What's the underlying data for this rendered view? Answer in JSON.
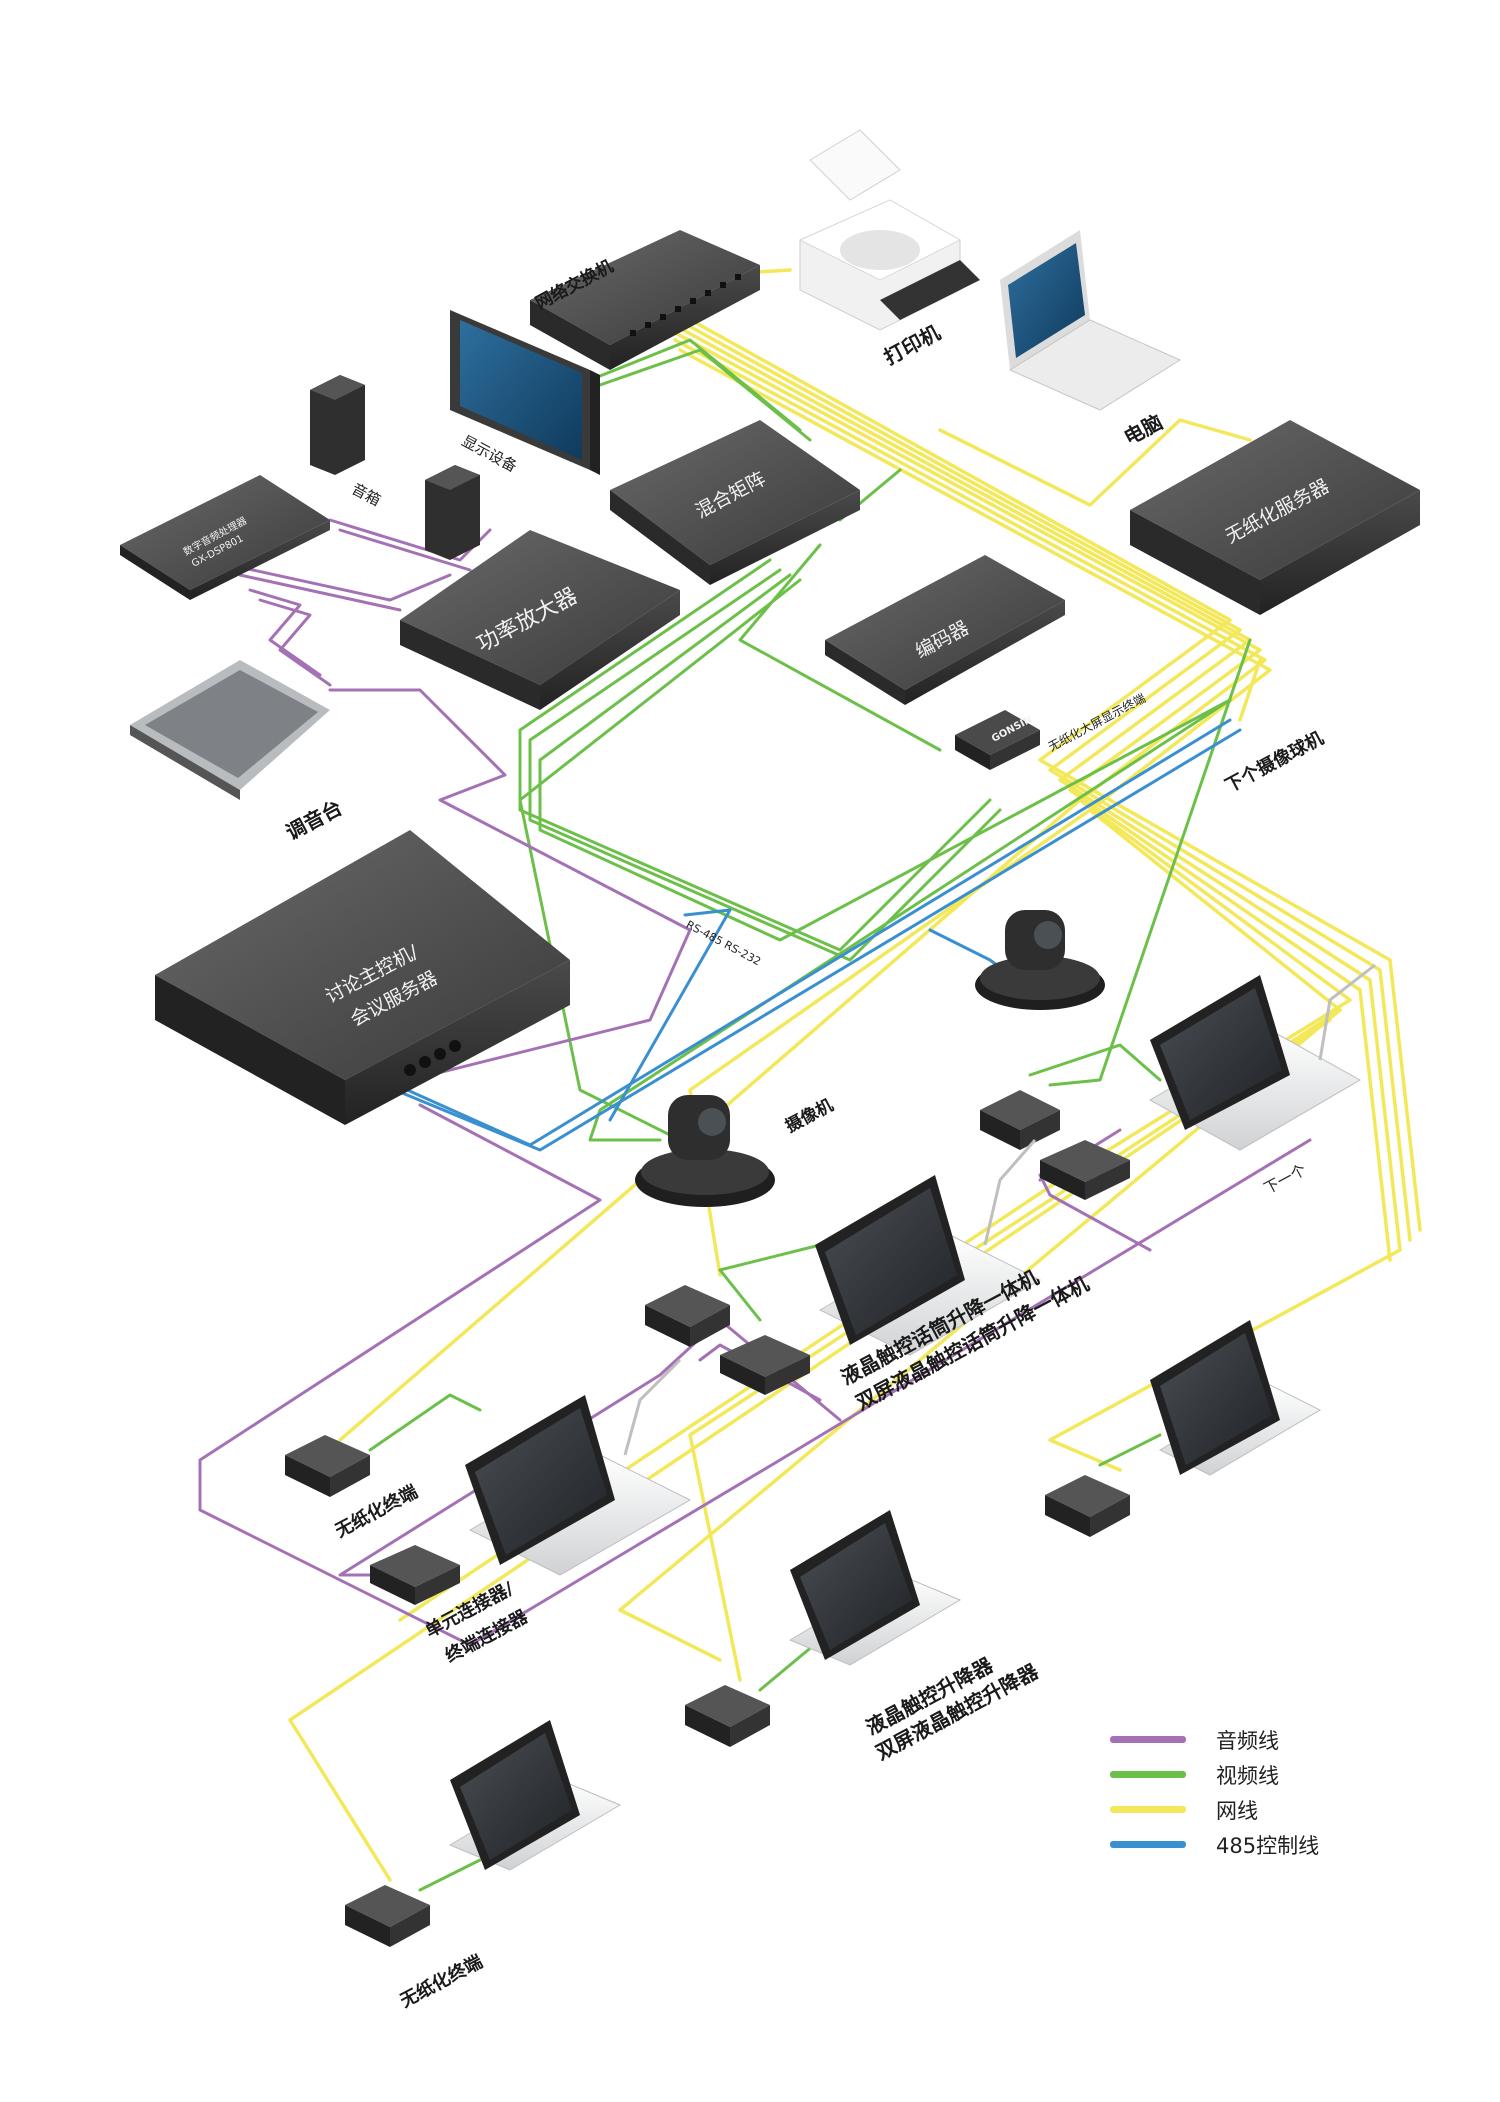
{
  "devices": {
    "network_switch": "网络交换机",
    "printer": "打印机",
    "computer": "电脑",
    "display": "显示设备",
    "speaker": "音箱",
    "dsp": "数字音频处理器",
    "dsp_model": "GX-DSP801",
    "power_amp": "功率放大器",
    "mixing_matrix": "混合矩阵",
    "paperless_server": "无纸化服务器",
    "encoder": "编码器",
    "wireless_display": "无纸化大屏显示终端",
    "mixer": "调音台",
    "next_camera": "下个摄像球机",
    "main_unit_line1": "讨论主控机/",
    "main_unit_line2": "会议服务器",
    "port_label": "RS-485 RS-232",
    "camera": "摄像机",
    "next": "下一个",
    "lift_mic_line1": "液晶触控话筒升降一体机",
    "lift_mic_line2": "双屏液晶触控话筒升降一体机",
    "terminal_a": "无纸化终端",
    "connector_line1": "单元连接器/",
    "connector_line2": "终端连接器",
    "lifter_line1": "液晶触控升降器",
    "lifter_line2": "双屏液晶触控升降器",
    "terminal_b": "无纸化终端",
    "brand": "GONSIN"
  },
  "legend": [
    {
      "label": "音频线",
      "color": "#a472b4"
    },
    {
      "label": "视频线",
      "color": "#6cc04a"
    },
    {
      "label": "网线",
      "color": "#f2e85a"
    },
    {
      "label": "485控制线",
      "color": "#3a8fd0"
    }
  ],
  "colors": {
    "audio": "#a472b4",
    "video": "#6cc04a",
    "network": "#f2e85a",
    "control": "#3a8fd0",
    "device_dark": "#3c3c3c",
    "device_light": "#f5f5f5"
  }
}
